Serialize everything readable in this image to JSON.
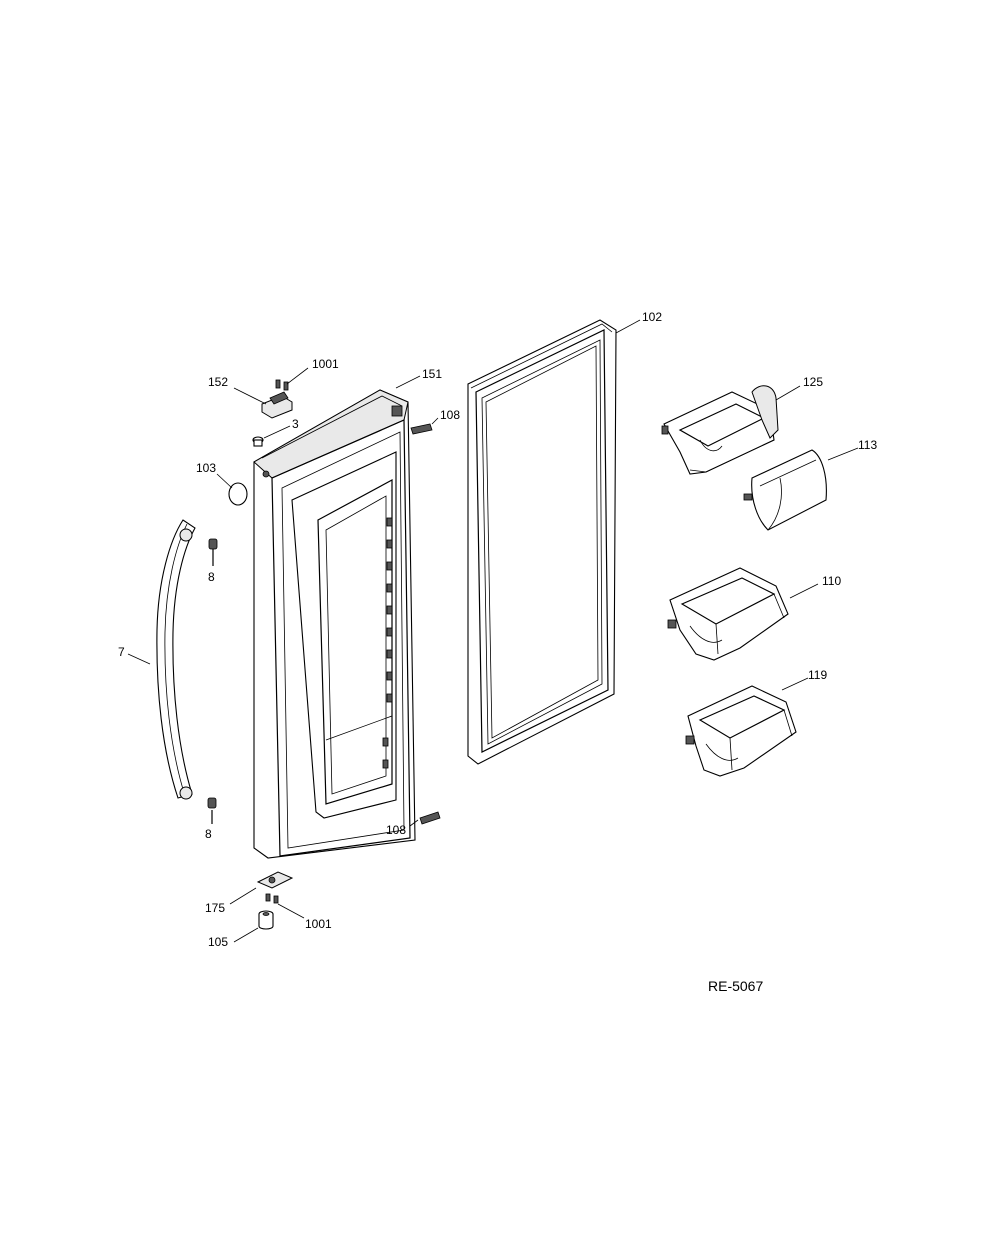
{
  "drawing_code": "RE-5067",
  "callouts": [
    {
      "key": "door-gasket",
      "label": "102"
    },
    {
      "key": "hinge-screw-top",
      "label": "1001"
    },
    {
      "key": "hinge-top",
      "label": "152"
    },
    {
      "key": "door-liner",
      "label": "151"
    },
    {
      "key": "bushing",
      "label": "3"
    },
    {
      "key": "stop-pin-top",
      "label": "108"
    },
    {
      "key": "plug",
      "label": "103"
    },
    {
      "key": "handle-stud-top",
      "label": "8"
    },
    {
      "key": "handle",
      "label": "7"
    },
    {
      "key": "handle-stud-bottom",
      "label": "8"
    },
    {
      "key": "stop-pin-bottom",
      "label": "108"
    },
    {
      "key": "hinge-bottom",
      "label": "175"
    },
    {
      "key": "hinge-screw-bottom",
      "label": "1001"
    },
    {
      "key": "cam",
      "label": "105"
    },
    {
      "key": "bin-125",
      "label": "125"
    },
    {
      "key": "cover-113",
      "label": "113"
    },
    {
      "key": "bin-110",
      "label": "110"
    },
    {
      "key": "bin-119",
      "label": "119"
    }
  ]
}
